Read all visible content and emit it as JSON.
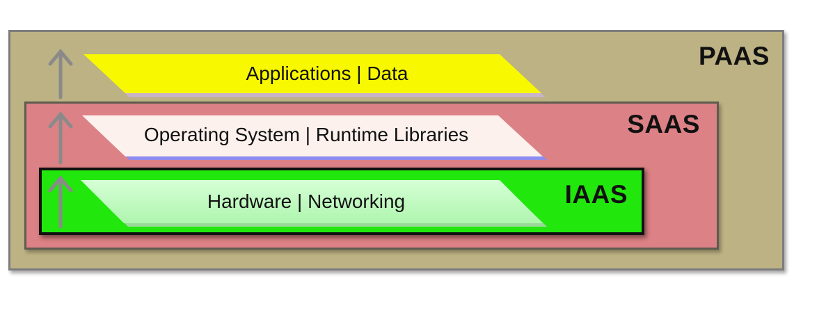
{
  "tiers": {
    "paas": "PAAS",
    "saas": "SAAS",
    "iaas": "IAAS"
  },
  "layers": {
    "applications": "Applications | Data",
    "os": "Operating System | Runtime Libraries",
    "hardware": "Hardware | Networking"
  },
  "colors": {
    "paas_fill": "#bcb283",
    "saas_fill": "#dc8185",
    "iaas_fill": "#22e70d",
    "applications_fill": "#f8f800",
    "os_fill": "#fdf1ee",
    "hardware_fill": "#c4fcc4",
    "arrow": "#8a8a8a"
  }
}
